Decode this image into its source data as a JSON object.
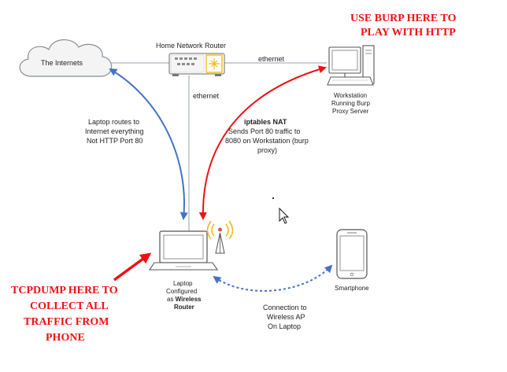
{
  "nodes": {
    "internet": {
      "label": "The Internets"
    },
    "router": {
      "label": "Home Network Router"
    },
    "workstation": {
      "line1": "Workstation",
      "line2": "Running Burp",
      "line3": "Proxy Server"
    },
    "laptop": {
      "line1": "Laptop",
      "line2": "Configured",
      "line3_prefix": "as ",
      "line3_bold": "Wireless",
      "line4_bold": "Router"
    },
    "smartphone": {
      "label": "Smartphone"
    }
  },
  "links": {
    "router_workstation": "ethernet",
    "router_laptop": "ethernet"
  },
  "annotations": {
    "laptop_routes": [
      "Laptop routes to",
      "Internet everything",
      "Not HTTP Port 80"
    ],
    "iptables": {
      "bold": "iptables NAT",
      "lines": [
        "Sends Port 80 traffic to",
        "8080 on Workstation (burp",
        "proxy)"
      ]
    },
    "connection": [
      "Connection to",
      "Wireless AP",
      "On Laptop"
    ]
  },
  "notes": {
    "burp": [
      "USE BURP HERE TO",
      "PLAY WITH HTTP"
    ],
    "tcpdump": [
      "TCPDUMP HERE TO",
      "COLLECT ALL",
      "TRAFFIC FROM",
      "PHONE"
    ]
  },
  "colors": {
    "blue_arrow": "#4472c4",
    "red_arrow": "#ee1111",
    "line": "#9aa0a6",
    "device_stroke": "#555555",
    "router_accent": "#f2b81d"
  },
  "icons": [
    "cloud-icon",
    "router-icon",
    "workstation-icon",
    "laptop-icon",
    "wireless-antenna-icon",
    "smartphone-icon",
    "mouse-cursor-icon"
  ]
}
